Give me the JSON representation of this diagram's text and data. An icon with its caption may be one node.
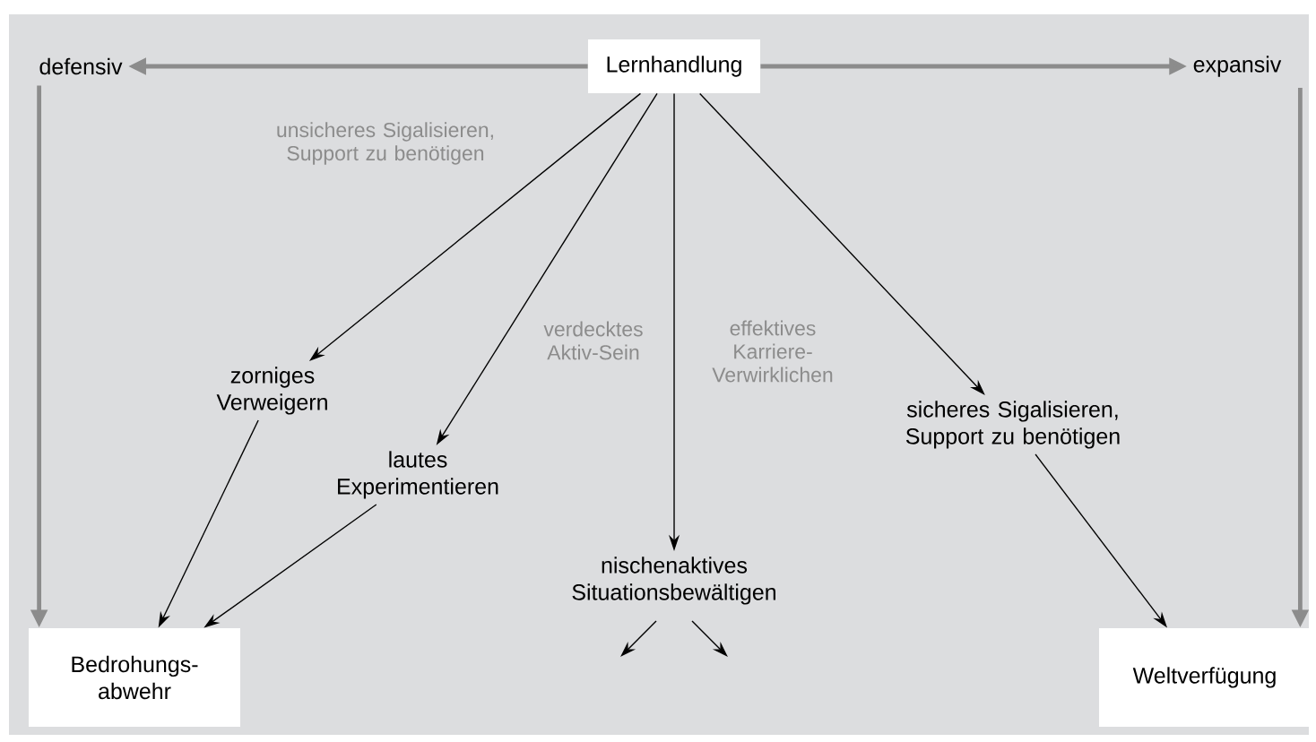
{
  "diagram": {
    "nodes": [
      {
        "text": [
          "Lernhandlung"
        ]
      },
      {
        "text": [
          "defensiv"
        ]
      },
      {
        "text": [
          "expansiv"
        ]
      },
      {
        "text": [
          "zorniges Verweigern"
        ]
      },
      {
        "text": [
          "lautes Experimentieren"
        ]
      },
      {
        "text": [
          "nischenaktives Situationsbewältigen"
        ]
      },
      {
        "text": [
          "sicheres Sigalisieren, Support zu benötigen"
        ]
      },
      {
        "text": [
          "Bedrohungs-abwehr"
        ]
      },
      {
        "text": [
          "Weltverfügung"
        ]
      }
    ],
    "edges": [
      {
        "from": 0,
        "to": 1,
        "arrow": "to",
        "style": "thick",
        "color": "#8c8c8c"
      },
      {
        "from": 0,
        "to": 2,
        "arrow": "to",
        "style": "thick",
        "color": "#8c8c8c"
      },
      {
        "from": 0,
        "to": 3,
        "arrow": "to"
      },
      {
        "from": 0,
        "to": 4,
        "arrow": "to"
      },
      {
        "from": 0,
        "to": 5,
        "arrow": "to"
      },
      {
        "from": 0,
        "to": 6,
        "arrow": "to"
      },
      {
        "from": 1,
        "to": 7,
        "arrow": "to",
        "style": "thick",
        "color": "#8c8c8c"
      },
      {
        "from": 2,
        "to": 8,
        "arrow": "to",
        "style": "thick",
        "color": "#8c8c8c"
      },
      {
        "from": 3,
        "to": 7,
        "arrow": "to"
      },
      {
        "from": 4,
        "to": 7,
        "arrow": "to"
      },
      {
        "from": 5,
        "to": null,
        "arrow": "to"
      },
      {
        "from": 5,
        "to": null,
        "arrow": "to"
      },
      {
        "from": 6,
        "to": 8,
        "arrow": "to"
      }
    ],
    "labels": [
      "unsicheres Sigalisieren, Support zu benötigen",
      "verdecktes Aktiv-Sein",
      "effektives Karriere-Verwirklichen"
    ]
  }
}
